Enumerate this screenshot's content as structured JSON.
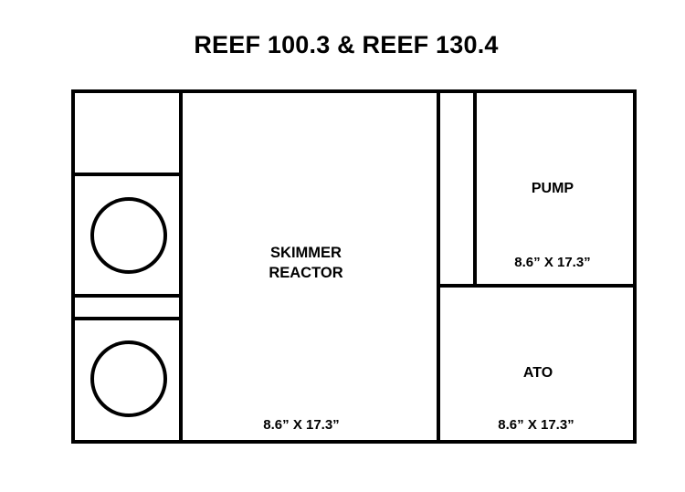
{
  "title": "REEF 100.3 & REEF 130.4",
  "colors": {
    "line": "#000000",
    "background": "#ffffff"
  },
  "sections": {
    "skimmer_reactor": {
      "label_line1": "SKIMMER",
      "label_line2": "REACTOR",
      "dimensions": "8.6” X 17.3”"
    },
    "pump": {
      "label": "PUMP",
      "dimensions": "8.6” X 17.3”"
    },
    "ato": {
      "label": "ATO",
      "dimensions": "8.6” X 17.3”"
    }
  }
}
